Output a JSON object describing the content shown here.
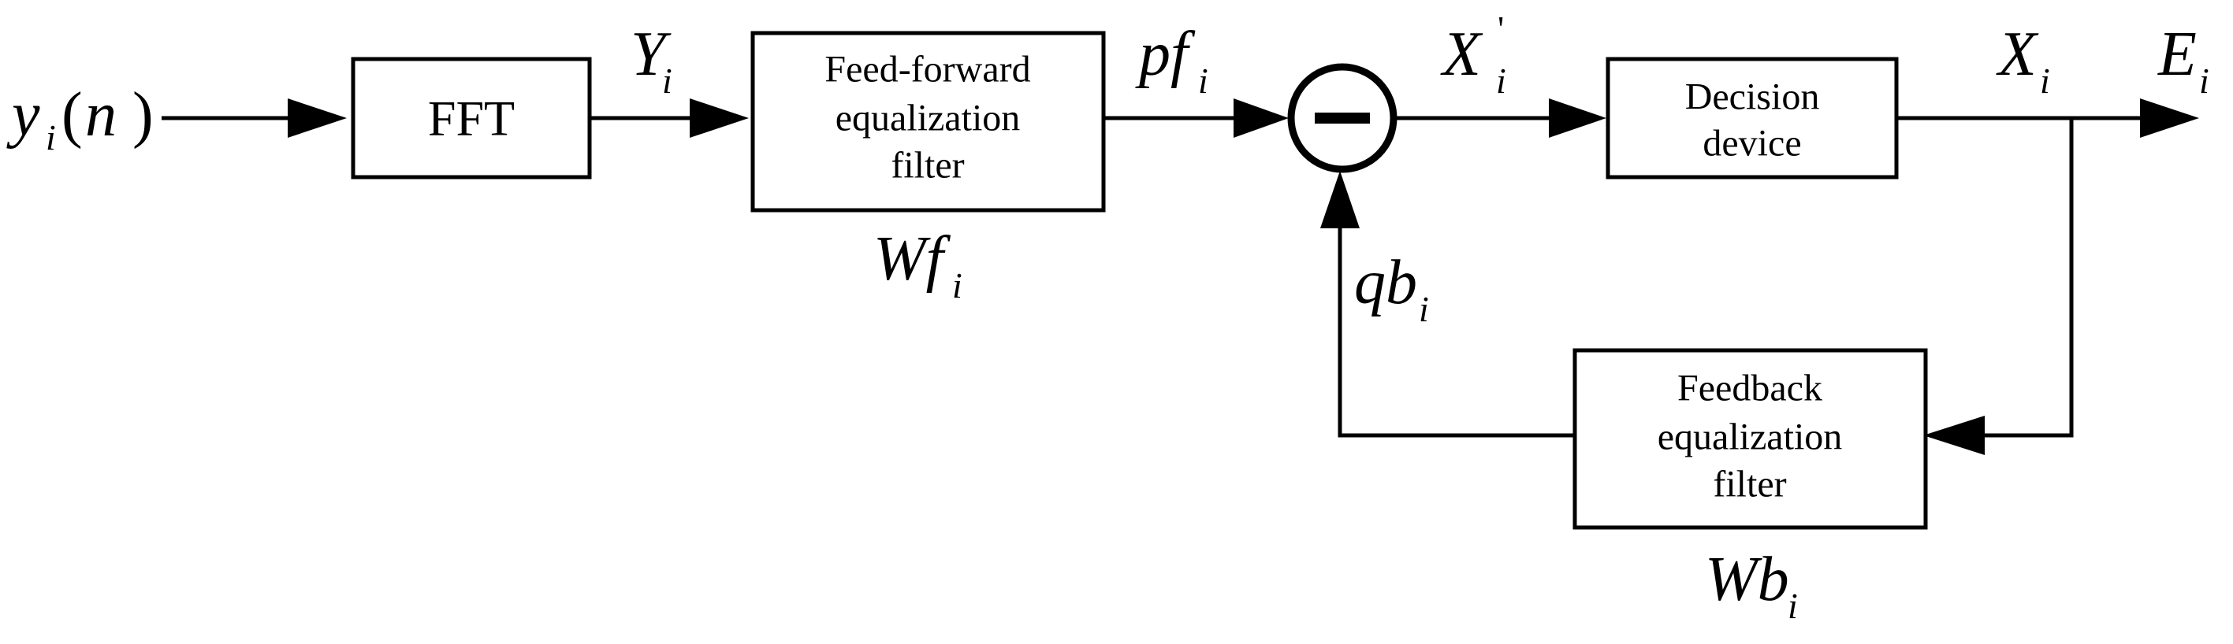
{
  "diagram": {
    "blocks": {
      "fft": {
        "label": "FFT"
      },
      "feedforward": {
        "line1": "Feed-forward",
        "line2": "equalization",
        "line3": "filter"
      },
      "decision": {
        "line1": "Decision",
        "line2": "device"
      },
      "feedback": {
        "line1": "Feedback",
        "line2": "equalization",
        "line3": "filter"
      }
    },
    "summing_junction": {
      "operator": "minus"
    },
    "signals": {
      "input": {
        "base": "y",
        "sub": "i",
        "paren_open": "(",
        "arg": "n",
        "paren_close": ")"
      },
      "fft_out": {
        "base": "Y",
        "sub": "i"
      },
      "ff_out": {
        "base": "pf",
        "sub": "i"
      },
      "sum_out": {
        "base": "X",
        "sup": "'",
        "sub": "i"
      },
      "decision_out": {
        "base": "X",
        "sub": "i"
      },
      "error_out": {
        "base": "E",
        "sub": "i"
      },
      "fb_out": {
        "base": "qb",
        "sub": "i"
      }
    },
    "weights": {
      "feedforward": {
        "base": "Wf",
        "sub": "i"
      },
      "feedback": {
        "base": "Wb",
        "sub": "i"
      }
    }
  }
}
